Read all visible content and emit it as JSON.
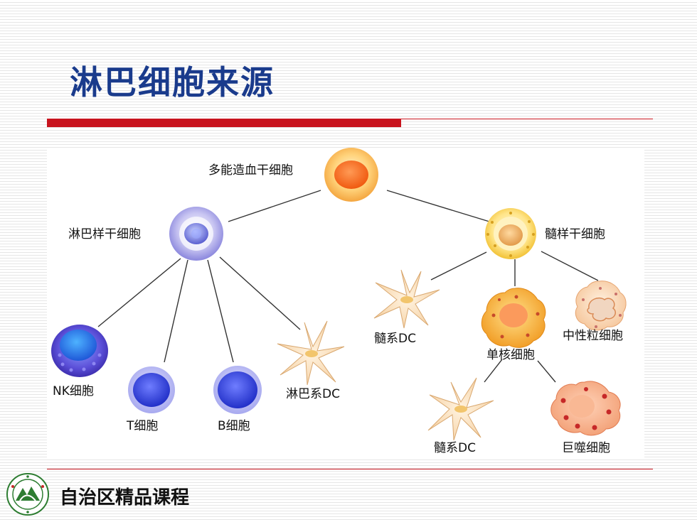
{
  "slide": {
    "title": "淋巴细胞来源",
    "footer": "自治区精品课程"
  },
  "diagram": {
    "hsc": "多能造血干细胞",
    "lymphoid_stem": "淋巴样干细胞",
    "myeloid_stem": "髓样干细胞",
    "nk": "NK细胞",
    "t_cell": "T细胞",
    "b_cell": "B细胞",
    "lymphoid_dc": "淋巴系DC",
    "myeloid_dc_1": "髓系DC",
    "monocyte": "单核细胞",
    "neutrophil": "中性粒细胞",
    "myeloid_dc_2": "髓系DC",
    "macrophage": "巨噬细胞"
  },
  "colors": {
    "title": "#1a3b8c",
    "accent_red": "#c8141e"
  }
}
